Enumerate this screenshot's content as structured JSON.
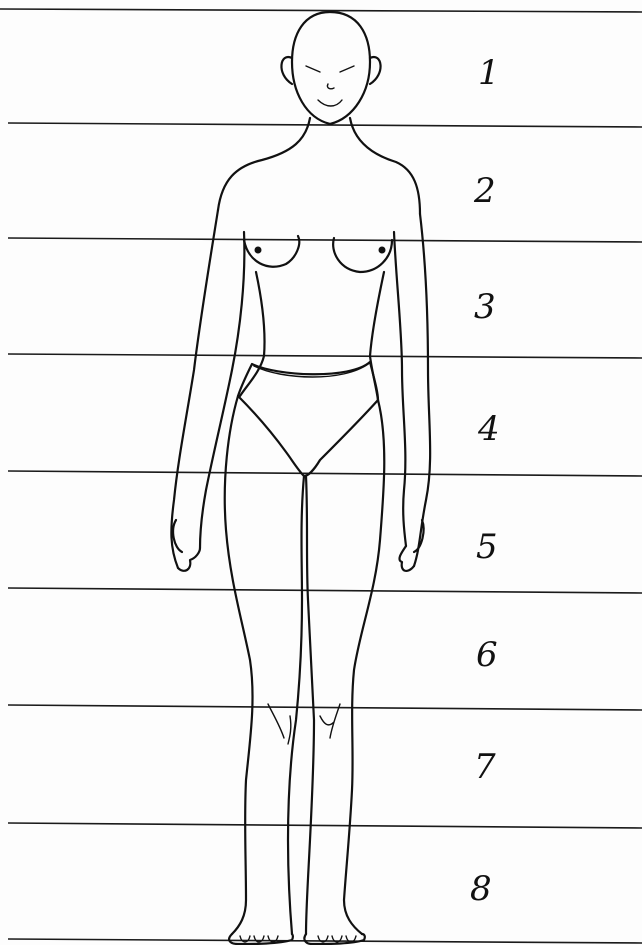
{
  "diagram": {
    "head_units": [
      "1",
      "2",
      "3",
      "4",
      "5",
      "6",
      "7",
      "8"
    ]
  }
}
